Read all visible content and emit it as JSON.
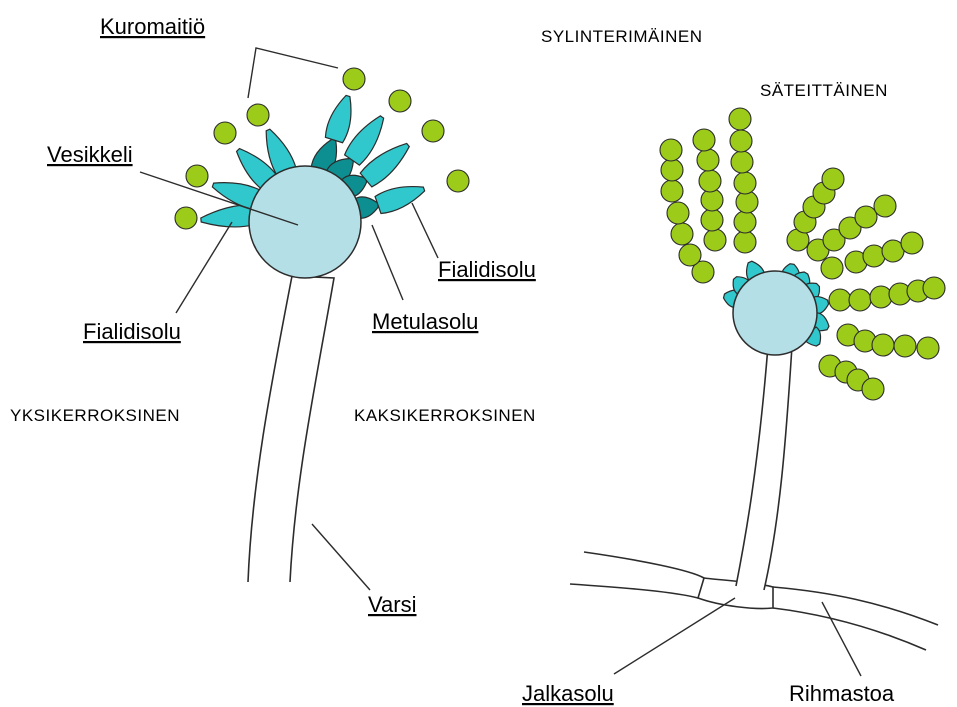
{
  "labels": {
    "kuromaitio": "Kuromaitiö",
    "vesikkeli": "Vesikkeli",
    "fialidisolu_right": "Fialidisolu",
    "metulasolu": "Metulasolu",
    "fialidisolu_left": "Fialidisolu",
    "varsi": "Varsi",
    "jalkasolu": "Jalkasolu",
    "rihmastoa": "Rihmastoa"
  },
  "captions": {
    "sylinterimainen": "SYLINTERIMÄINEN",
    "sateittainen": "SÄTEITTÄINEN",
    "yksikerroksinen": "YKSIKERROKSINEN",
    "kaksikerroksinen": "KAKSIKERROKSINEN"
  },
  "colors": {
    "vesicle": "#b5dfe6",
    "phialide": "#30c8cc",
    "metula": "#0d8f91",
    "conidium": "#9ccb19",
    "outline": "#2c2c2c"
  }
}
